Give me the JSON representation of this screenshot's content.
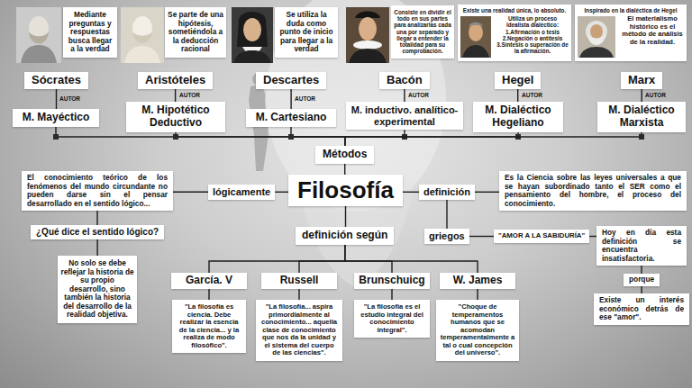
{
  "diagram": {
    "nodes": [
      {
        "text": [
          "Mediante preguntas y respuestas busca llegar a la verdad"
        ]
      },
      {
        "text": [
          "Se parte de una hipótesis, sometiéndola a la deducción racional"
        ]
      },
      {
        "text": [
          "Se utiliza la duda como punto de inicio para llegar a la verdad"
        ]
      },
      {
        "text": [
          "Consiste en dividir el todo en sus partes para analizarlas cada una por separado y llegar a entender la totalidad para su comprobación."
        ]
      },
      {
        "text": [
          "Existe una realidad única, lo absoluto.",
          "Utiliza un proceso idealista dialéctico: 1.Afirmación o tesis 2.Negación o antítesis 3.Síntesis o superación de la afirmación."
        ]
      },
      {
        "text": [
          "Inspirado en la dialéctica de Hegel",
          "El materialismo histórico es el método de análisis de la realidad."
        ]
      },
      {
        "text": [
          "Sócrates"
        ]
      },
      {
        "text": [
          "Aristóteles"
        ]
      },
      {
        "text": [
          "Descartes"
        ]
      },
      {
        "text": [
          "Bacón"
        ]
      },
      {
        "text": [
          "Hegel"
        ]
      },
      {
        "text": [
          "Marx"
        ]
      },
      {
        "text": [
          "M. Mayéctico"
        ]
      },
      {
        "text": [
          "M. Hipotético Deductivo"
        ]
      },
      {
        "text": [
          "M. Cartesiano"
        ]
      },
      {
        "text": [
          "M. inductivo. analítico-experimental"
        ]
      },
      {
        "text": [
          "M. Dialéctico Hegeliano"
        ]
      },
      {
        "text": [
          "M. Dialéctico Marxista"
        ]
      },
      {
        "text": [
          "Métodos"
        ]
      },
      {
        "text": [
          "El conocimiento teórico de los fenómenos del mundo circundante no pueden darse sin el pensar desarrollado en el sentido lógico..."
        ]
      },
      {
        "text": [
          "lógicamente"
        ]
      },
      {
        "text": [
          "Filosofía"
        ]
      },
      {
        "text": [
          "definición"
        ]
      },
      {
        "text": [
          "Es la Ciencia sobre las leyes universales a que se hayan subordinado tanto el SER como el pensamiento del hombre, el proceso del conocimiento."
        ]
      },
      {
        "text": [
          "¿Qué dice el sentido lógico?"
        ]
      },
      {
        "text": [
          "griegos"
        ]
      },
      {
        "text": [
          "\"AMOR A LA SABIDURÍA\""
        ]
      },
      {
        "text": [
          "Hoy en día esta definición se encuentra insatisfactoria."
        ]
      },
      {
        "text": [
          "definición según"
        ]
      },
      {
        "text": [
          "No solo se debe reflejar la historia de su propio desarrollo, sino también la historia del desarrollo de la realidad objetiva."
        ]
      },
      {
        "text": [
          "porque"
        ]
      },
      {
        "text": [
          "García. V"
        ]
      },
      {
        "text": [
          "Russell"
        ]
      },
      {
        "text": [
          "Brunschuicg"
        ]
      },
      {
        "text": [
          "W. James"
        ]
      },
      {
        "text": [
          "Existe un interés económico detrás de ese \"amor\"."
        ]
      },
      {
        "text": [
          "\"La filosofía es ciencia. Debe realizar la esencia de la ciencia... y la realiza de modo filosófico\"."
        ]
      },
      {
        "text": [
          "\"La filosofía... aspira primordialmente al conocimiento... aquella clase de conocimiento que nos da la unidad y el sistema del cuerpo de las ciencias\"."
        ]
      },
      {
        "text": [
          "\"La filosofía es el estudio integral del conocimiento integral\"."
        ]
      },
      {
        "text": [
          "\"Choque de temperamentos humanos que se acomodan temperamentalmente a tal o cual concepción del universo\"."
        ]
      }
    ],
    "edges": [
      {
        "from": 6,
        "to": 12,
        "label": "AUTOR",
        "arrow": "none"
      },
      {
        "from": 7,
        "to": 13,
        "label": "AUTOR",
        "arrow": "none"
      },
      {
        "from": 8,
        "to": 14,
        "label": "AUTOR",
        "arrow": "none"
      },
      {
        "from": 9,
        "to": 15,
        "label": "AUTOR",
        "arrow": "none"
      },
      {
        "from": 10,
        "to": 16,
        "label": "AUTOR",
        "arrow": "none"
      },
      {
        "from": 11,
        "to": 17,
        "label": "AUTOR",
        "arrow": "none"
      },
      {
        "from": 12,
        "to": 18,
        "arrow": "none"
      },
      {
        "from": 13,
        "to": 18,
        "arrow": "none"
      },
      {
        "from": 14,
        "to": 18,
        "arrow": "none"
      },
      {
        "from": 15,
        "to": 18,
        "arrow": "none"
      },
      {
        "from": 16,
        "to": 18,
        "arrow": "none"
      },
      {
        "from": 17,
        "to": 18,
        "arrow": "none"
      },
      {
        "from": 18,
        "to": 21,
        "arrow": "none"
      },
      {
        "from": 21,
        "to": 20,
        "arrow": "none"
      },
      {
        "from": 20,
        "to": 19,
        "arrow": "none"
      },
      {
        "from": 19,
        "to": 24,
        "arrow": "none"
      },
      {
        "from": 24,
        "to": 29,
        "arrow": "none"
      },
      {
        "from": 21,
        "to": 22,
        "arrow": "none"
      },
      {
        "from": 22,
        "to": 23,
        "arrow": "none"
      },
      {
        "from": 22,
        "to": 25,
        "arrow": "none"
      },
      {
        "from": 25,
        "to": 26,
        "arrow": "none"
      },
      {
        "from": 26,
        "to": 27,
        "arrow": "none"
      },
      {
        "from": 27,
        "to": 30,
        "arrow": "none"
      },
      {
        "from": 30,
        "to": 35,
        "arrow": "none"
      },
      {
        "from": 21,
        "to": 28,
        "arrow": "none"
      },
      {
        "from": 28,
        "to": 31,
        "arrow": "none"
      },
      {
        "from": 28,
        "to": 32,
        "arrow": "none"
      },
      {
        "from": 28,
        "to": 33,
        "arrow": "none"
      },
      {
        "from": 28,
        "to": 34,
        "arrow": "none"
      },
      {
        "from": 31,
        "to": 36,
        "arrow": "none"
      },
      {
        "from": 32,
        "to": 37,
        "arrow": "none"
      },
      {
        "from": 33,
        "to": 38,
        "arrow": "none"
      },
      {
        "from": 34,
        "to": 39,
        "arrow": "none"
      }
    ]
  }
}
